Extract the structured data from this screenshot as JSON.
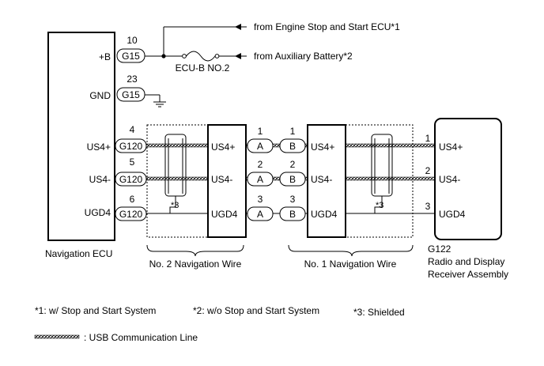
{
  "sources": {
    "engine_ecu": "from Engine Stop and Start ECU*1",
    "aux_battery": "from Auxiliary Battery*2",
    "fuse_label": "ECU-B NO.2"
  },
  "nav_ecu": {
    "label": "Navigation ECU",
    "pins": [
      {
        "name": "+B",
        "pin": "10",
        "connector": "G15"
      },
      {
        "name": "GND",
        "pin": "23",
        "connector": "G15"
      },
      {
        "name": "US4+",
        "pin": "4",
        "connector": "G120"
      },
      {
        "name": "US4-",
        "pin": "5",
        "connector": "G120"
      },
      {
        "name": "UGD4",
        "pin": "6",
        "connector": "G120"
      }
    ]
  },
  "wire2": {
    "label": "No. 2 Navigation Wire",
    "pins": [
      "US4+",
      "US4-",
      "UGD4"
    ]
  },
  "wire1": {
    "label": "No. 1 Navigation Wire",
    "pins": [
      "US4+",
      "US4-",
      "UGD4"
    ]
  },
  "junctions": [
    {
      "pin_a": "1",
      "conn_a": "A",
      "pin_b": "1",
      "conn_b": "B"
    },
    {
      "pin_a": "2",
      "conn_a": "A",
      "pin_b": "2",
      "conn_b": "B"
    },
    {
      "pin_a": "3",
      "conn_a": "A",
      "pin_b": "3",
      "conn_b": "B"
    }
  ],
  "shield_mark": "*3",
  "receiver": {
    "connector": "G122",
    "label_line1": "Radio and Display",
    "label_line2": "Receiver Assembly",
    "pins": [
      {
        "name": "US4+",
        "pin": "1"
      },
      {
        "name": "US4-",
        "pin": "2"
      },
      {
        "name": "UGD4",
        "pin": "3"
      }
    ]
  },
  "notes": {
    "note1": "*1: w/ Stop and Start System",
    "note2": "*2: w/o Stop and Start System",
    "note3": "*3: Shielded",
    "legend": ": USB Communication Line"
  }
}
